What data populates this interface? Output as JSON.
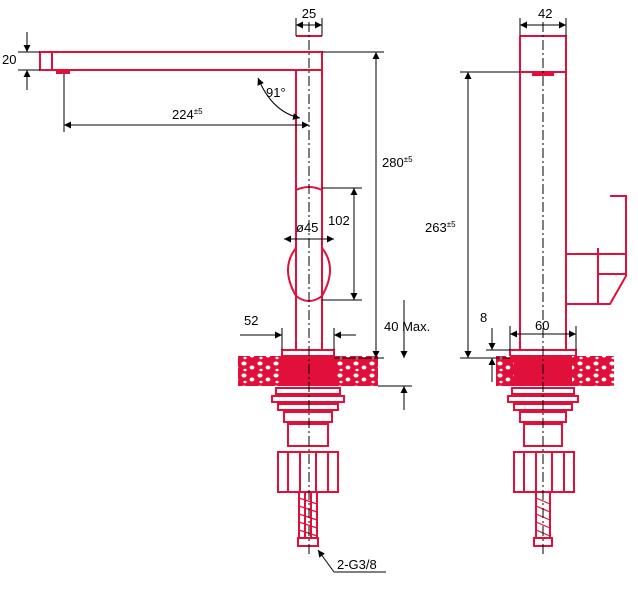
{
  "colors": {
    "part": "#e0103a",
    "dimension": "#000000",
    "background": "#ffffff"
  },
  "front_view": {
    "dim_top_width": "25",
    "dim_spout_thickness": "20",
    "dim_spout_angle": "91°",
    "dim_reach": "224",
    "dim_reach_tol": "±5",
    "dim_height": "280",
    "dim_height_tol": "±5",
    "dim_handle_dia": "ø45",
    "dim_handle_height": "102",
    "dim_base_dia": "52",
    "dim_counter_max": "40 Max.",
    "connection_label": "2-G3/8"
  },
  "side_view": {
    "dim_top_width": "42",
    "dim_height": "263",
    "dim_height_tol": "±5",
    "dim_base_height": "8",
    "dim_base_width": "60"
  }
}
